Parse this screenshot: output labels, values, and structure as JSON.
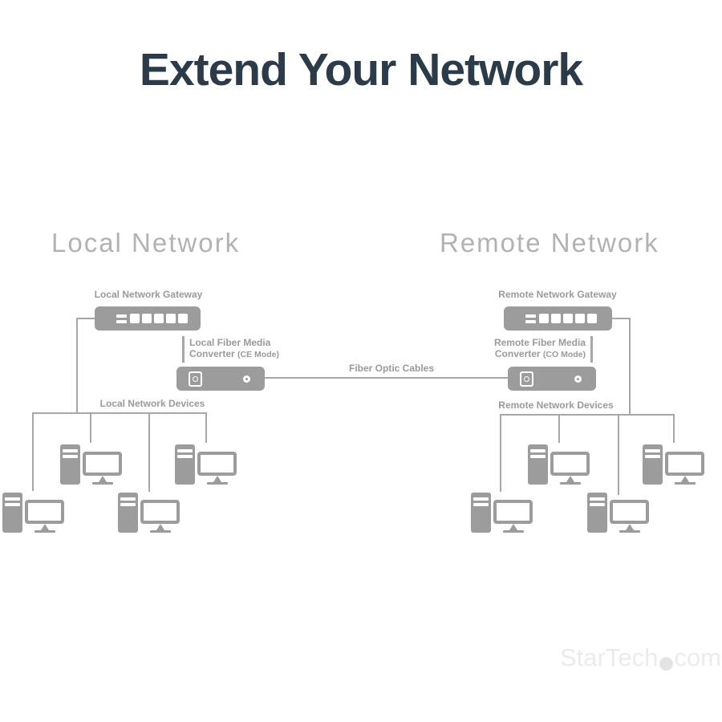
{
  "title": "Extend Your Network",
  "colors": {
    "title_text": "#2c3b49",
    "device_gray": "#9c9c9c",
    "line_gray": "#a7a7a7",
    "label_gray": "#9a9a9a",
    "header_gray": "#b2b2b5",
    "watermark_gray": "#ebebeb",
    "background": "#ffffff"
  },
  "sections": {
    "local": {
      "header": "Local Network",
      "gateway_label": "Local Network Gateway",
      "converter_line1": "Local Fiber Media",
      "converter_line2": "Converter",
      "converter_mode": "(CE Mode)",
      "devices_label": "Local Network Devices"
    },
    "remote": {
      "header": "Remote Network",
      "gateway_label": "Remote Network Gateway",
      "converter_line1": "Remote Fiber Media",
      "converter_line2": "Converter",
      "converter_mode": "(CO Mode)",
      "devices_label": "Remote Network Devices"
    }
  },
  "fiber_label": "Fiber Optic Cables",
  "watermark": {
    "brand": "StarTech",
    "tld": "com"
  }
}
